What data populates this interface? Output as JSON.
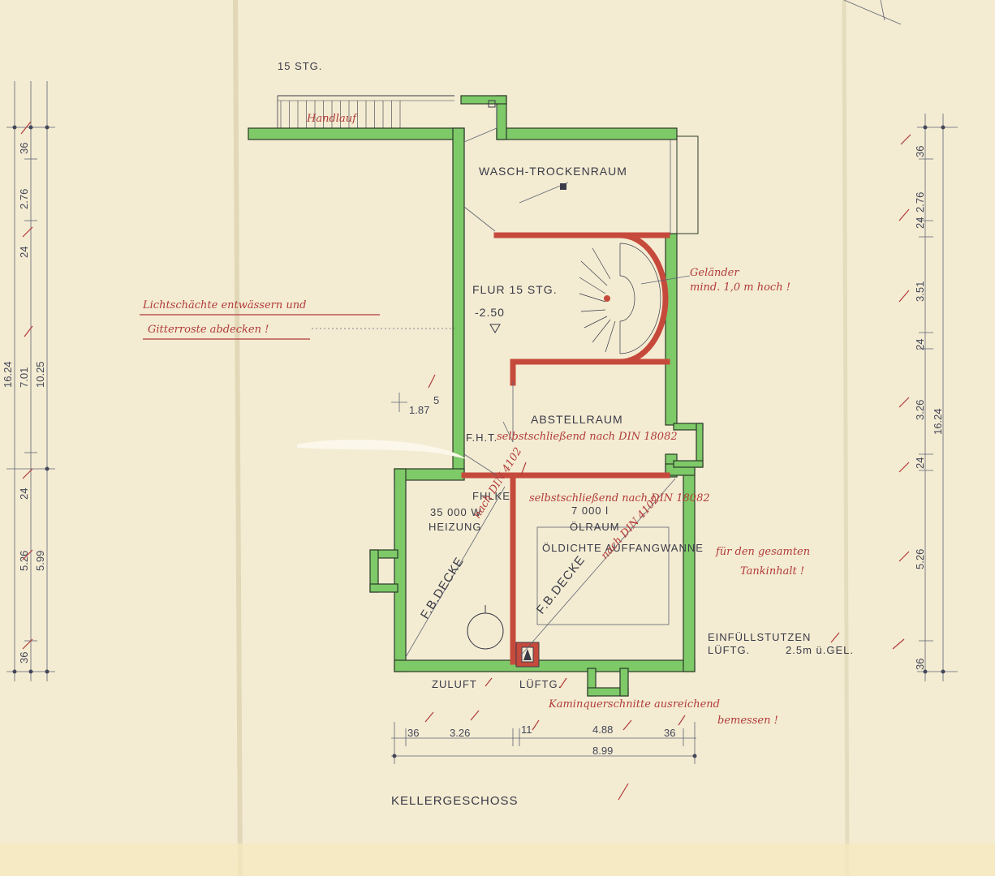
{
  "drawing": {
    "title": "KELLERGESCHOSS",
    "stair_top_label": "15 STG.",
    "colors": {
      "paper": "#f3ecd2",
      "wall_green": "#7ec968",
      "wall_red": "#c64a3c",
      "pencil": "#3a3a48",
      "ink_red": "#b23a3a"
    }
  },
  "rooms": {
    "wasch": "WASCH-TROCKENRAUM",
    "flur": "FLUR  15 STG.",
    "flur_level": "-2.50",
    "abstell": "ABSTELLRAUM",
    "fht": "F.H.T.",
    "fhlke": "FHLKE",
    "heizung_power": "35 000 W",
    "heizung": "HEIZUNG",
    "oel_volume": "7 000 l",
    "oelraum": "ÖLRAUM",
    "oeldichte": "ÖLDICHTE AUFFANGWANNE",
    "fb_decke_left": "F.B.DECKE",
    "fb_decke_right": "F.B.DECKE",
    "einfuell": "EINFÜLLSTUTZEN",
    "lueftg_right": "LÜFTG.",
    "lueftg_height": "2.5m ü.GEL.",
    "zuluft": "ZULUFT",
    "lueftg_bottom": "LÜFTG."
  },
  "level_mark": {
    "value": "1.87",
    "sup": "5"
  },
  "left_dims": {
    "outer": [
      "16.24",
      "7.01",
      "10.25"
    ],
    "inner": [
      "36",
      "2.76",
      "24",
      "24",
      "5.26",
      "5.99",
      "36"
    ]
  },
  "right_dims": [
    "36",
    "2.76",
    "24",
    "3.51",
    "24",
    "3.26",
    "16.24",
    "24",
    "5.26",
    "36"
  ],
  "bottom_dims": {
    "segments": [
      "36",
      "3.26",
      "11",
      "4.88",
      "36"
    ],
    "total": "8.99"
  },
  "annotations": {
    "handlauf": "Handlauf",
    "lichtschaechte_1": "Lichtschächte entwässern und",
    "lichtschaechte_2": "Gitterroste abdecken !",
    "gelaender_1": "Geländer",
    "gelaender_2": "mind. 1,0 m hoch !",
    "fht_note": "selbstschließend nach DIN 18082",
    "fhlke_note": "selbstschließend nach DIN 18082",
    "decke_left_note": "nach DIN 4102",
    "decke_right_note": "nach DIN 4102",
    "oel_note_1": "für den gesamten",
    "oel_note_2": "Tankinhalt !",
    "kamin_1": "Kaminquerschnitte ausreichend",
    "kamin_2": "bemessen !"
  }
}
